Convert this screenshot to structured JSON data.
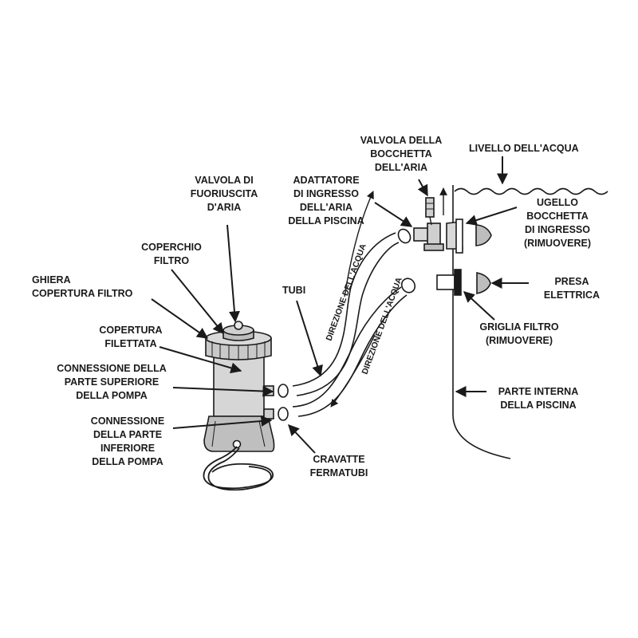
{
  "labels": {
    "valvola_bocchetta_aria": [
      "VALVOLA DELLA",
      "BOCCHETTA",
      "DELL'ARIA"
    ],
    "livello_acqua": [
      "LIVELLO DELL'ACQUA"
    ],
    "adattatore": [
      "ADATTATORE",
      "DI INGRESSO",
      "DELL'ARIA",
      "DELLA PISCINA"
    ],
    "valvola_fuoriuscita": [
      "VALVOLA DI",
      "FUORIUSCITA",
      "D'ARIA"
    ],
    "ugello": [
      "UGELLO",
      "BOCCHETTA",
      "DI INGRESSO",
      "(RIMUOVERE)"
    ],
    "coperchio_filtro": [
      "COPERCHIO",
      "FILTRO"
    ],
    "ghiera": [
      "GHIERA",
      "COPERTURA FILTRO"
    ],
    "tubi": [
      "TUBI"
    ],
    "presa_elettrica": [
      "PRESA",
      "ELETTRICA"
    ],
    "copertura_filettata": [
      "COPERTURA",
      "FILETTATA"
    ],
    "griglia_filtro": [
      "GRIGLIA FILTRO",
      "(RIMUOVERE)"
    ],
    "connessione_superiore": [
      "CONNESSIONE DELLA",
      "PARTE SUPERIORE",
      "DELLA POMPA"
    ],
    "parte_interna": [
      "PARTE INTERNA",
      "DELLA PISCINA"
    ],
    "connessione_inferiore": [
      "CONNESSIONE",
      "DELLA PARTE",
      "INFERIORE",
      "DELLA POMPA"
    ],
    "cravatte": [
      "CRAVATTE",
      "FERMATUBI"
    ]
  },
  "flow_direction": {
    "upper": "DIREZIONE DELL'ACQUA",
    "lower": "DIREZIONE DELL'ACQUA"
  },
  "colors": {
    "ink": "#1a1a1a",
    "filter_body": "#d4d4d4",
    "filter_cap": "#bdbdbd",
    "paper": "#ffffff"
  }
}
